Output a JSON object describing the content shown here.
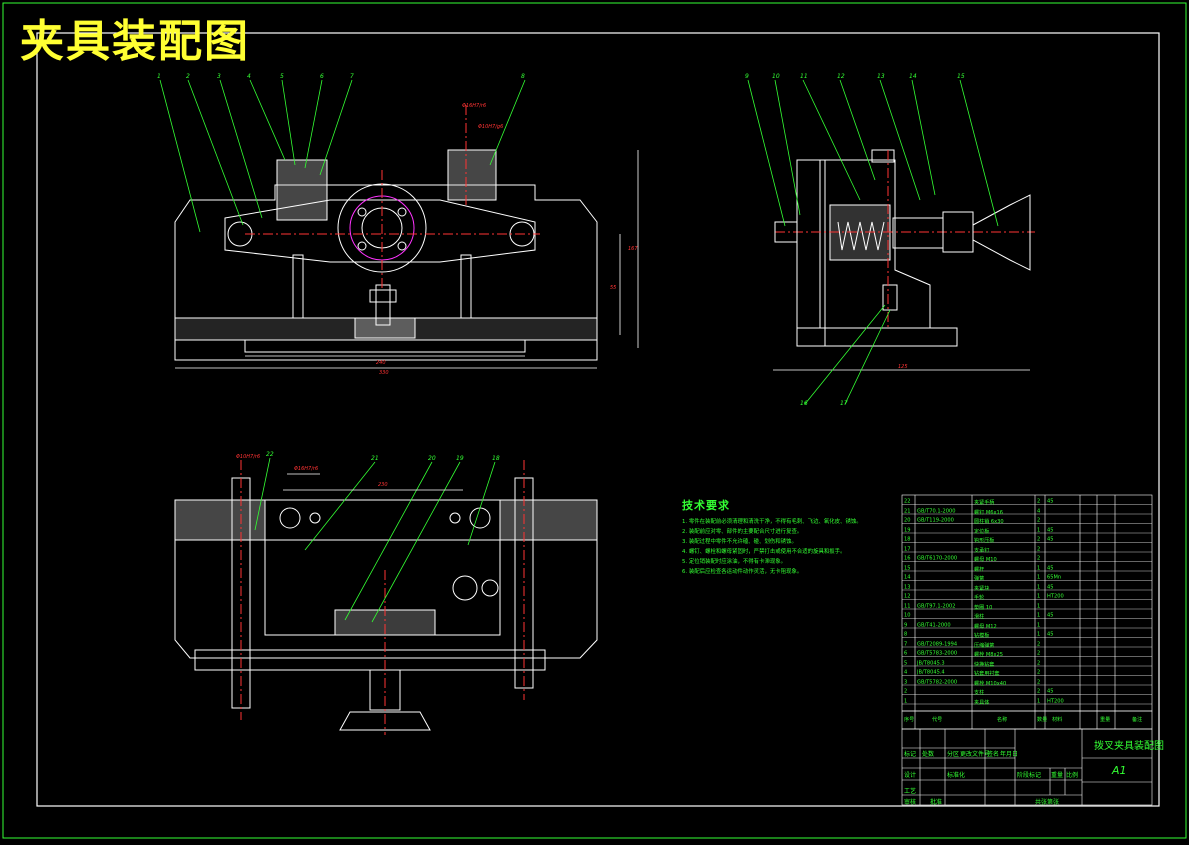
{
  "page_title": "夹具装配图",
  "colors": {
    "background": "#000000",
    "outline": "#ffffff",
    "annotation": "#33ff33",
    "dimension": "#ff3333",
    "title": "#ffff33",
    "fill": "#c8c8c8"
  },
  "front_view": {
    "balloons": [
      "1",
      "2",
      "3",
      "4",
      "5",
      "6",
      "7",
      "8"
    ],
    "dimensions": [
      "Φ16H7/r6",
      "Φ10H7/g6",
      "240",
      "330",
      "167",
      "55"
    ]
  },
  "side_view": {
    "balloons": [
      "9",
      "10",
      "11",
      "12",
      "13",
      "14",
      "15",
      "16",
      "17"
    ],
    "dimensions": [
      "125"
    ]
  },
  "top_view": {
    "balloons": [
      "22",
      "21",
      "20",
      "19",
      "18"
    ],
    "dimensions": [
      "Φ10H7/r6",
      "Φ16H7/r6",
      "230"
    ]
  },
  "technical_requirements": {
    "heading": "技术要求",
    "items": [
      "1. 零件在装配前必须清理和清洗干净，不得有毛刺、飞边、氧化皮、锈蚀。",
      "2. 装配前应对零、部件的主要配合尺寸进行复查。",
      "3. 装配过程中零件不允许磕、碰、划伤和锈蚀。",
      "4. 螺钉、螺栓和螺母紧固时，严禁打击或使用不合适的旋具和扳手。",
      "5. 定位销装配时应涂油，不得有卡滞现象。",
      "6. 装配后应检查各运动件动作灵活，无卡阻现象。"
    ]
  },
  "bom": {
    "rows": [
      [
        "22",
        "",
        "夹紧手柄",
        "2",
        "45"
      ],
      [
        "21",
        "GB/T70.1-2000",
        "螺钉 M6x16",
        "4",
        ""
      ],
      [
        "20",
        "GB/T119-2000",
        "圆柱销 6x30",
        "2",
        ""
      ],
      [
        "19",
        "",
        "定位板",
        "1",
        "45"
      ],
      [
        "18",
        "",
        "钩形压板",
        "2",
        "45"
      ],
      [
        "17",
        "",
        "支承钉",
        "2",
        ""
      ],
      [
        "16",
        "GB/T6170-2000",
        "螺母 M10",
        "2",
        ""
      ],
      [
        "15",
        "",
        "螺杆",
        "1",
        "45"
      ],
      [
        "14",
        "",
        "弹簧",
        "1",
        "65Mn"
      ],
      [
        "13",
        "",
        "夹紧块",
        "1",
        "45"
      ],
      [
        "12",
        "",
        "手轮",
        "1",
        "HT200"
      ],
      [
        "11",
        "GB/T97.1-2002",
        "垫圈 10",
        "1",
        ""
      ],
      [
        "10",
        "",
        "滑柱",
        "1",
        "45"
      ],
      [
        "9",
        "GB/T41-2000",
        "螺母 M12",
        "1",
        ""
      ],
      [
        "8",
        "",
        "钻模板",
        "1",
        "45"
      ],
      [
        "7",
        "GB/T2089-1994",
        "压缩弹簧",
        "2",
        ""
      ],
      [
        "6",
        "GB/T5783-2000",
        "螺栓 M8x25",
        "2",
        ""
      ],
      [
        "5",
        "JB/T8045.3",
        "快换钻套",
        "2",
        ""
      ],
      [
        "4",
        "JB/T8045.4",
        "钻套用衬套",
        "2",
        ""
      ],
      [
        "3",
        "GB/T5782-2000",
        "螺栓 M10x40",
        "2",
        ""
      ],
      [
        "2",
        "",
        "支柱",
        "2",
        "45"
      ],
      [
        "1",
        "",
        "夹具体",
        "1",
        "HT200"
      ]
    ],
    "header": [
      "序号",
      "代号",
      "名称",
      "数量",
      "材料",
      "重量",
      "备注"
    ]
  },
  "title_block": {
    "drawing_name": "拨叉夹具装配图",
    "sheet_size": "A1",
    "labels": [
      "标记",
      "处数",
      "分区",
      "更改文件号",
      "签名",
      "年月日",
      "设计",
      "标准化",
      "阶段标记",
      "重量",
      "比例",
      "审核",
      "工艺",
      "批准",
      "共张第张"
    ]
  }
}
